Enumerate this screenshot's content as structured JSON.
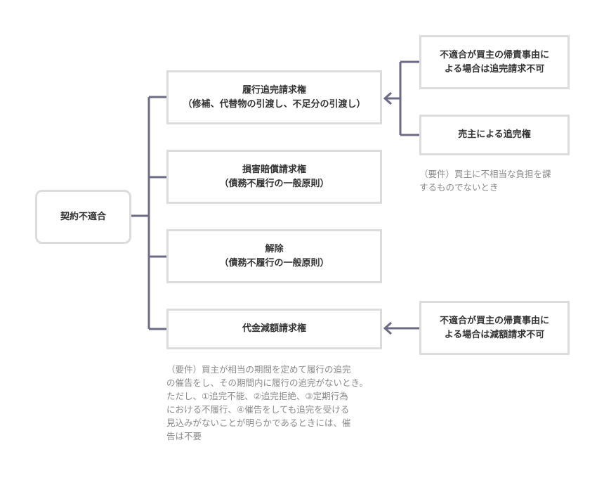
{
  "root": {
    "label": "契約不適合"
  },
  "remedies": [
    {
      "title": "履行追完請求権",
      "subtitle": "（修補、代替物の引渡し、不足分の引渡し）"
    },
    {
      "title": "損害賠償請求権",
      "subtitle": "（債務不履行の一般原則）"
    },
    {
      "title": "解除",
      "subtitle": "（債務不履行の一般原則）"
    },
    {
      "title": "代金減額請求権",
      "subtitle": ""
    }
  ],
  "right_boxes": {
    "repair_exception": [
      "不適合が買主の帰責事由に",
      "よる場合は追完請求不可"
    ],
    "seller_repair": [
      "売主による追完権"
    ],
    "reduction_exception": [
      "不適合が買主の帰責事由に",
      "よる場合は減額請求不可"
    ]
  },
  "notes": {
    "seller_repair_condition": [
      "（要件）買主に不相当な負担を課",
      "するものでないとき"
    ],
    "reduction_condition": [
      "（要件）買主が相当の期間を定めて履行の追完",
      "の催告をし、その期間内に履行の追完がないとき。",
      "ただし、①追完不能、②追完拒絶、③定期行為",
      "における不履行、④催告をしても追完を受ける",
      "見込みがないことが明らかであるときには、催",
      "告は不要"
    ]
  },
  "colors": {
    "connector": "#6b6b86",
    "box_border": "#dcdcdc",
    "text": "#333333",
    "note_text": "#8a8a8a"
  }
}
